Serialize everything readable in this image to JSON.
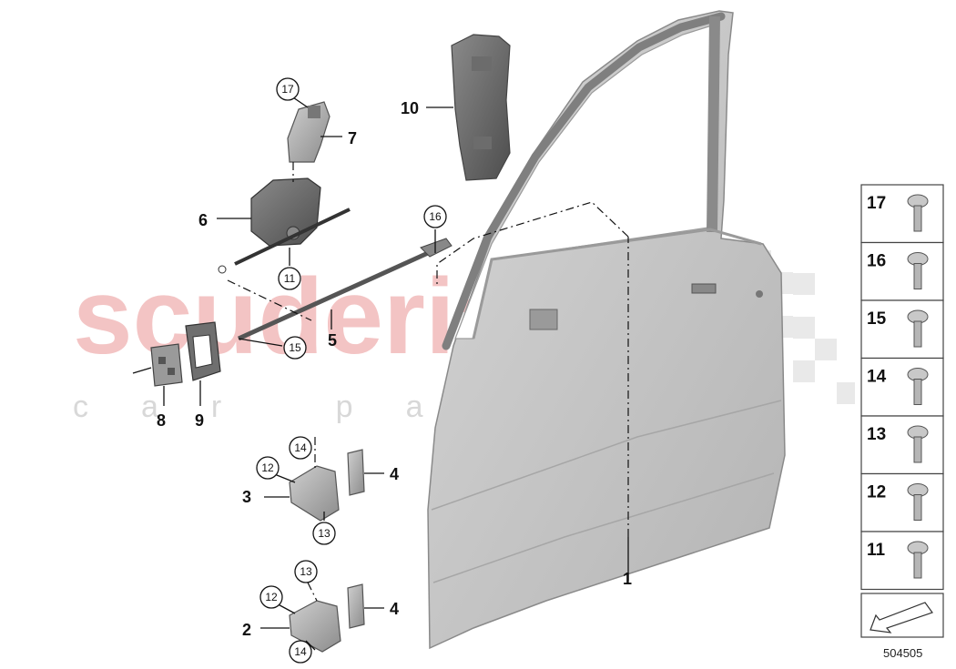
{
  "watermark": {
    "brand": "scuderia",
    "sub": "car parts"
  },
  "labels": [
    {
      "id": "l1",
      "text": "1"
    },
    {
      "id": "l2",
      "text": "2"
    },
    {
      "id": "l3",
      "text": "3"
    },
    {
      "id": "l4a",
      "text": "4"
    },
    {
      "id": "l4b",
      "text": "4"
    },
    {
      "id": "l5",
      "text": "5"
    },
    {
      "id": "l6",
      "text": "6"
    },
    {
      "id": "l7",
      "text": "7"
    },
    {
      "id": "l8",
      "text": "8"
    },
    {
      "id": "l9",
      "text": "9"
    },
    {
      "id": "l10",
      "text": "10"
    }
  ],
  "callouts": [
    {
      "id": "c17",
      "text": "17"
    },
    {
      "id": "c16",
      "text": "16"
    },
    {
      "id": "c11",
      "text": "11"
    },
    {
      "id": "c15",
      "text": "15"
    },
    {
      "id": "c14a",
      "text": "14"
    },
    {
      "id": "c12a",
      "text": "12"
    },
    {
      "id": "c13a",
      "text": "13"
    },
    {
      "id": "c13b",
      "text": "13"
    },
    {
      "id": "c12b",
      "text": "12"
    },
    {
      "id": "c14b",
      "text": "14"
    }
  ],
  "parts_list": [
    "17",
    "16",
    "15",
    "14",
    "13",
    "12",
    "11"
  ],
  "diagram_code": "504505"
}
